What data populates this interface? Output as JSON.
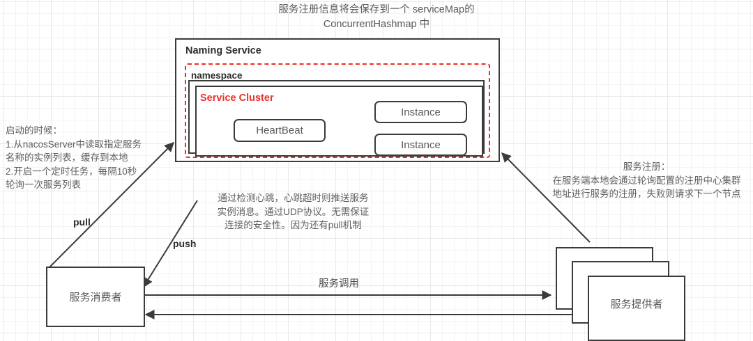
{
  "caption": {
    "text": "服务注册信息将会保存到一个 serviceMap的\nConcurrentHashmap 中"
  },
  "naming_service": {
    "title": "Naming Service",
    "namespace": {
      "title": "namespace",
      "service_cluster": {
        "title": "Service Cluster",
        "heartbeat": "HeartBeat",
        "instances": [
          {
            "label": "Instance"
          },
          {
            "label": "Instance"
          }
        ]
      }
    }
  },
  "consumer": {
    "label": "服务消费者"
  },
  "provider": {
    "label": "服务提供者"
  },
  "notes": {
    "startup": "启动的时候：\n1.从nacosServer中读取指定服务\n名称的实例列表，缓存到本地\n2.开启一个定时任务，每隔10秒\n轮询一次服务列表",
    "push": "通过检测心跳，心跳超时则推送服务\n实例消息。通过UDP协议。无需保证\n连接的安全性。因为还有pull机制",
    "register": "服务注册：\n在服务端本地会通过轮询配置的注册中心集群\n地址进行服务的注册，失败则请求下一个节点"
  },
  "edges": {
    "pull": "pull",
    "push": "push",
    "invoke": "服务调用"
  },
  "colors": {
    "accent_red": "#ef2d23",
    "stroke": "#3b3b3b",
    "text": "#5a5a5a"
  }
}
